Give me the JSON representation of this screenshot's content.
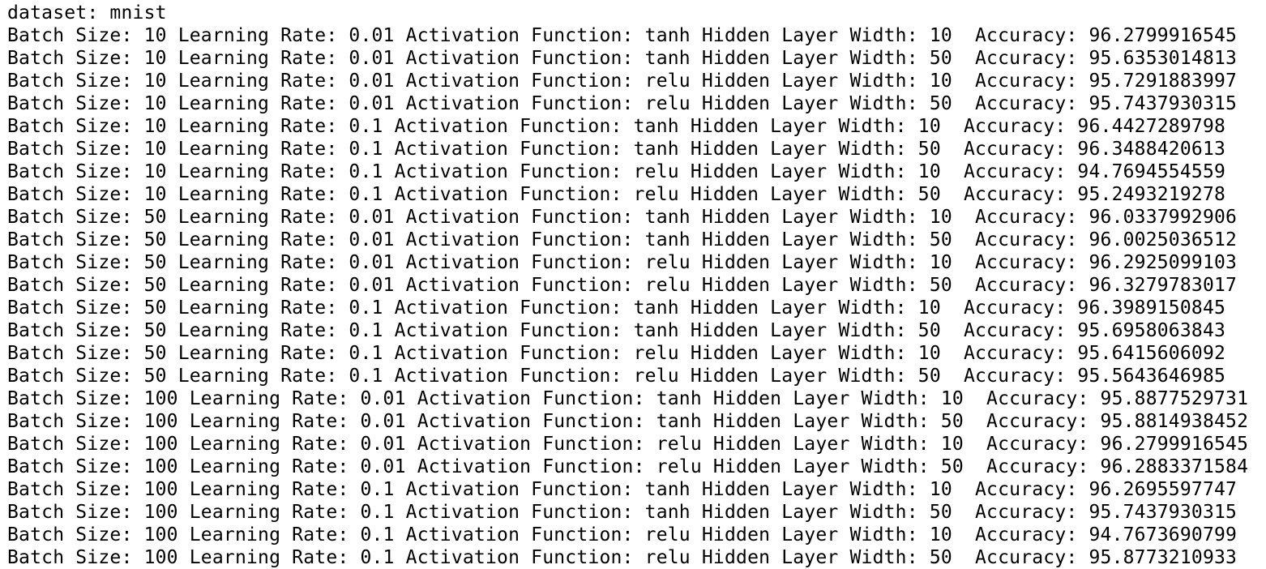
{
  "terminal": {
    "header_line": "dataset: mnist",
    "result_lines": [
      "Batch Size: 10 Learning Rate: 0.01 Activation Function: tanh Hidden Layer Width: 10  Accuracy: 96.2799916545",
      "Batch Size: 10 Learning Rate: 0.01 Activation Function: tanh Hidden Layer Width: 50  Accuracy: 95.6353014813",
      "Batch Size: 10 Learning Rate: 0.01 Activation Function: relu Hidden Layer Width: 10  Accuracy: 95.7291883997",
      "Batch Size: 10 Learning Rate: 0.01 Activation Function: relu Hidden Layer Width: 50  Accuracy: 95.7437930315",
      "Batch Size: 10 Learning Rate: 0.1 Activation Function: tanh Hidden Layer Width: 10  Accuracy: 96.4427289798",
      "Batch Size: 10 Learning Rate: 0.1 Activation Function: tanh Hidden Layer Width: 50  Accuracy: 96.3488420613",
      "Batch Size: 10 Learning Rate: 0.1 Activation Function: relu Hidden Layer Width: 10  Accuracy: 94.7694554559",
      "Batch Size: 10 Learning Rate: 0.1 Activation Function: relu Hidden Layer Width: 50  Accuracy: 95.2493219278",
      "Batch Size: 50 Learning Rate: 0.01 Activation Function: tanh Hidden Layer Width: 10  Accuracy: 96.0337992906",
      "Batch Size: 50 Learning Rate: 0.01 Activation Function: tanh Hidden Layer Width: 50  Accuracy: 96.0025036512",
      "Batch Size: 50 Learning Rate: 0.01 Activation Function: relu Hidden Layer Width: 10  Accuracy: 96.2925099103",
      "Batch Size: 50 Learning Rate: 0.01 Activation Function: relu Hidden Layer Width: 50  Accuracy: 96.3279783017",
      "Batch Size: 50 Learning Rate: 0.1 Activation Function: tanh Hidden Layer Width: 10  Accuracy: 96.3989150845",
      "Batch Size: 50 Learning Rate: 0.1 Activation Function: tanh Hidden Layer Width: 50  Accuracy: 95.6958063843",
      "Batch Size: 50 Learning Rate: 0.1 Activation Function: relu Hidden Layer Width: 10  Accuracy: 95.6415606092",
      "Batch Size: 50 Learning Rate: 0.1 Activation Function: relu Hidden Layer Width: 50  Accuracy: 95.5643646985",
      "Batch Size: 100 Learning Rate: 0.01 Activation Function: tanh Hidden Layer Width: 10  Accuracy: 95.8877529731",
      "Batch Size: 100 Learning Rate: 0.01 Activation Function: tanh Hidden Layer Width: 50  Accuracy: 95.8814938452",
      "Batch Size: 100 Learning Rate: 0.01 Activation Function: relu Hidden Layer Width: 10  Accuracy: 96.2799916545",
      "Batch Size: 100 Learning Rate: 0.01 Activation Function: relu Hidden Layer Width: 50  Accuracy: 96.2883371584",
      "Batch Size: 100 Learning Rate: 0.1 Activation Function: tanh Hidden Layer Width: 10  Accuracy: 96.2695597747",
      "Batch Size: 100 Learning Rate: 0.1 Activation Function: tanh Hidden Layer Width: 50  Accuracy: 95.7437930315",
      "Batch Size: 100 Learning Rate: 0.1 Activation Function: relu Hidden Layer Width: 10  Accuracy: 94.7673690799",
      "Batch Size: 100 Learning Rate: 0.1 Activation Function: relu Hidden Layer Width: 50  Accuracy: 95.8773210933"
    ]
  }
}
